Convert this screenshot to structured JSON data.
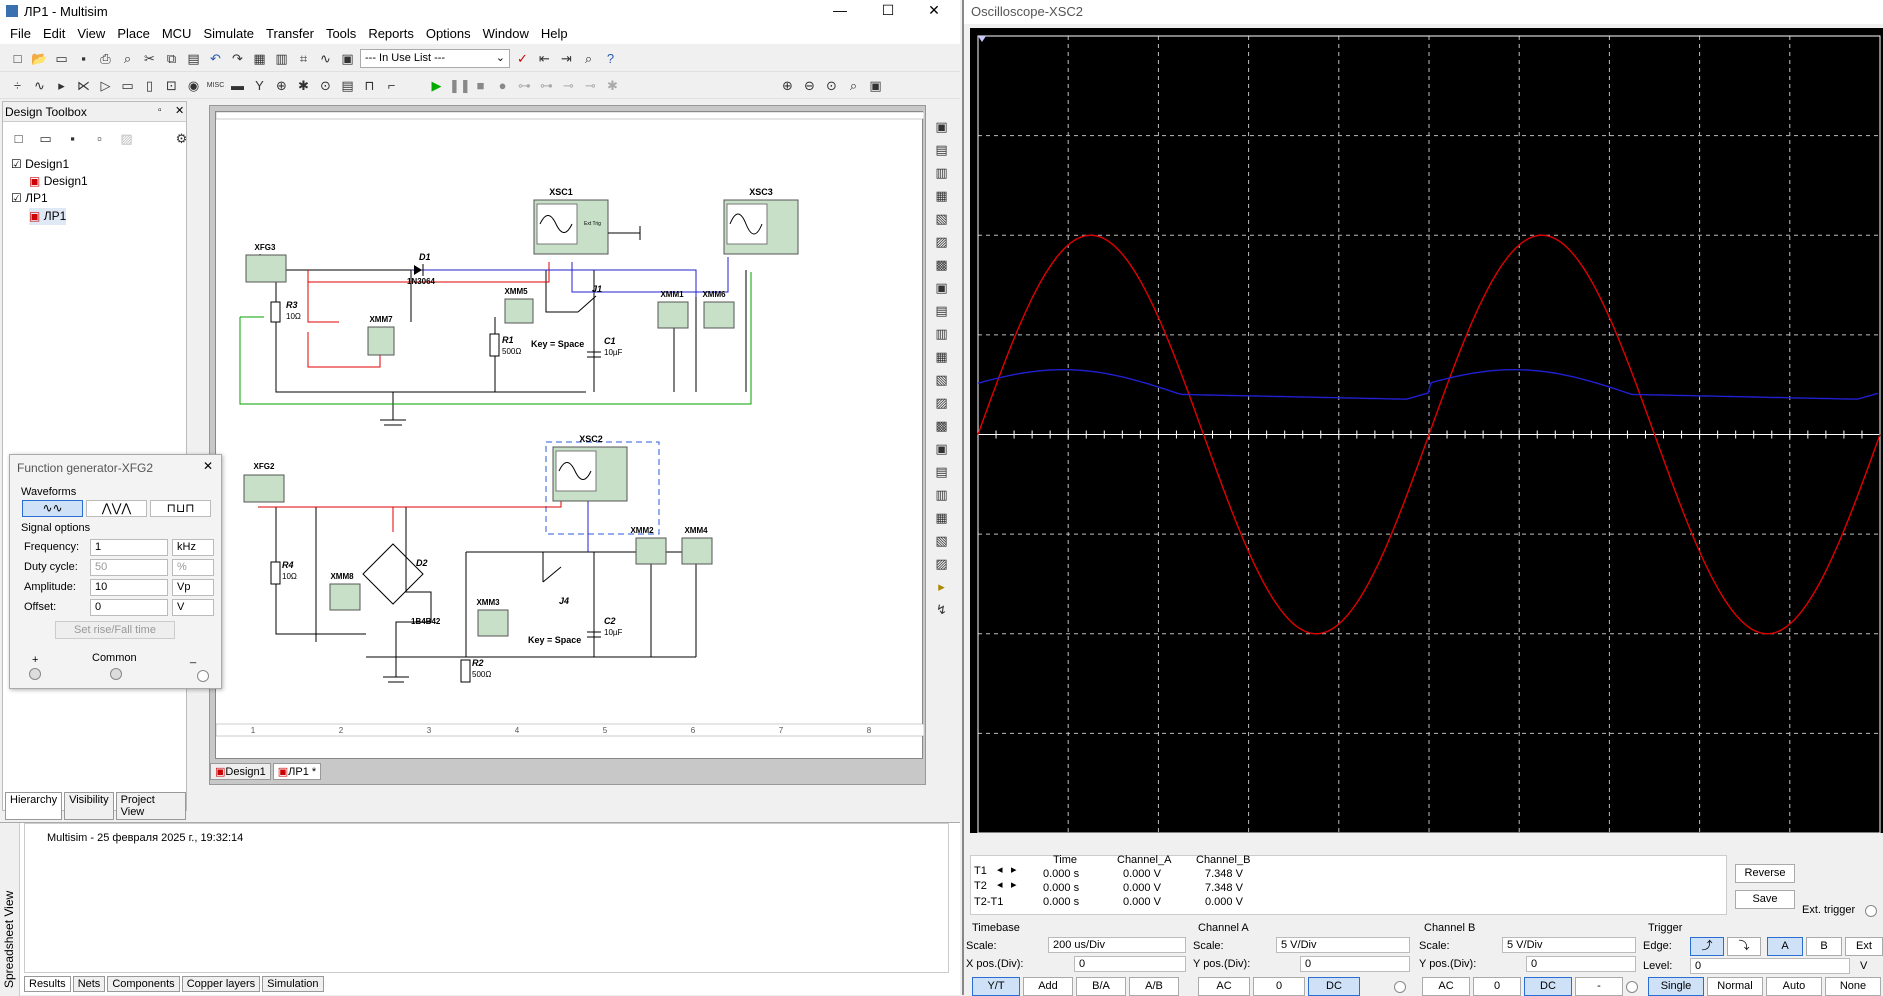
{
  "app": {
    "title": "ЛР1 - Multisim"
  },
  "menu": [
    "File",
    "Edit",
    "View",
    "Place",
    "MCU",
    "Simulate",
    "Transfer",
    "Tools",
    "Reports",
    "Options",
    "Window",
    "Help"
  ],
  "toolbar": {
    "in_use_list": "--- In Use List ---"
  },
  "toolbox": {
    "title": "Design Toolbox",
    "tree": [
      {
        "label": "Design1",
        "level": 0
      },
      {
        "label": "Design1",
        "level": 1
      },
      {
        "label": "ЛР1",
        "level": 0
      },
      {
        "label": "ЛР1",
        "level": 1
      }
    ],
    "tabs": [
      "Hierarchy",
      "Visibility",
      "Project View"
    ]
  },
  "schematic": {
    "tabs": [
      "Design1",
      "ЛР1 *"
    ],
    "ruler": [
      "1",
      "2",
      "3",
      "4",
      "5",
      "6",
      "7",
      "8"
    ],
    "components": {
      "xsc1": "XSC1",
      "xsc3": "XSC3",
      "xsc2": "XSC2",
      "xfg3": "XFG3",
      "xfg2": "XFG2",
      "d1": "D1",
      "d1_model": "1N3064",
      "d2": "D2",
      "d2_model": "1B4B42",
      "r3": "R3",
      "r3_val": "10Ω",
      "r4": "R4",
      "r4_val": "10Ω",
      "r1": "R1",
      "r1_val": "500Ω",
      "r2": "R2",
      "r2_val": "500Ω",
      "c1": "C1",
      "c1_val": "10µF",
      "c2": "C2",
      "c2_val": "10µF",
      "j1": "J1",
      "j4": "J4",
      "key1": "Key = Space",
      "key2": "Key = Space",
      "xmm1": "XMM1",
      "xmm2": "XMM2",
      "xmm3": "XMM3",
      "xmm4": "XMM4",
      "xmm5": "XMM5",
      "xmm6": "XMM6",
      "xmm7": "XMM7",
      "xmm8": "XMM8",
      "ext_trig": "Ext Trig"
    }
  },
  "function_generator": {
    "title": "Function generator-XFG2",
    "waveforms_label": "Waveforms",
    "signal_label": "Signal options",
    "rows": [
      {
        "label": "Frequency:",
        "value": "1",
        "unit": "kHz"
      },
      {
        "label": "Duty cycle:",
        "value": "50",
        "unit": "%"
      },
      {
        "label": "Amplitude:",
        "value": "10",
        "unit": "Vp"
      },
      {
        "label": "Offset:",
        "value": "0",
        "unit": "V"
      }
    ],
    "rise_fall": "Set rise/Fall time",
    "plus": "+",
    "common": "Common",
    "minus": "_"
  },
  "spreadsheet": {
    "side_label": "Spreadsheet View",
    "message": "Multisim  -  25 февраля 2025 г., 19:32:14",
    "tabs": [
      "Results",
      "Nets",
      "Components",
      "Copper layers",
      "Simulation"
    ]
  },
  "oscilloscope": {
    "title": "Oscilloscope-XSC2",
    "table": {
      "headers": [
        "Time",
        "Channel_A",
        "Channel_B"
      ],
      "rows": [
        {
          "label": "T1",
          "time": "0.000 s",
          "a": "0.000 V",
          "b": "7.348 V"
        },
        {
          "label": "T2",
          "time": "0.000 s",
          "a": "0.000 V",
          "b": "7.348 V"
        },
        {
          "label": "T2-T1",
          "time": "0.000 s",
          "a": "0.000 V",
          "b": "0.000 V"
        }
      ]
    },
    "reverse": "Reverse",
    "save": "Save",
    "ext_trigger": "Ext. trigger",
    "timebase": {
      "title": "Timebase",
      "scale_label": "Scale:",
      "scale": "200 us/Div",
      "xpos_label": "X pos.(Div):",
      "xpos": "0",
      "modes": [
        "Y/T",
        "Add",
        "B/A",
        "A/B"
      ]
    },
    "channel_a": {
      "title": "Channel A",
      "scale_label": "Scale:",
      "scale": "5  V/Div",
      "ypos_label": "Y pos.(Div):",
      "ypos": "0",
      "coupling": [
        "AC",
        "0",
        "DC"
      ]
    },
    "channel_b": {
      "title": "Channel B",
      "scale_label": "Scale:",
      "scale": "5  V/Div",
      "ypos_label": "Y pos.(Div):",
      "ypos": "0",
      "coupling": [
        "AC",
        "0",
        "DC",
        "-"
      ]
    },
    "trigger": {
      "title": "Trigger",
      "edge_label": "Edge:",
      "sources": [
        "A",
        "B",
        "Ext"
      ],
      "level_label": "Level:",
      "level": "0",
      "level_unit": "V",
      "modes": [
        "Single",
        "Normal",
        "Auto",
        "None"
      ]
    },
    "colors": {
      "channel_a": "#e00000",
      "channel_b": "#2020d0",
      "grid": "#bfbfbf"
    }
  },
  "chart_data": {
    "type": "line",
    "series": [
      {
        "color": "#e00000",
        "amplitude_v": 10,
        "frequency_khz": 1
      },
      {
        "color": "#2020d0",
        "level_v": 1.2
      }
    ],
    "x_div": "200 us/Div",
    "y_div": "5 V/Div",
    "grid": true
  }
}
